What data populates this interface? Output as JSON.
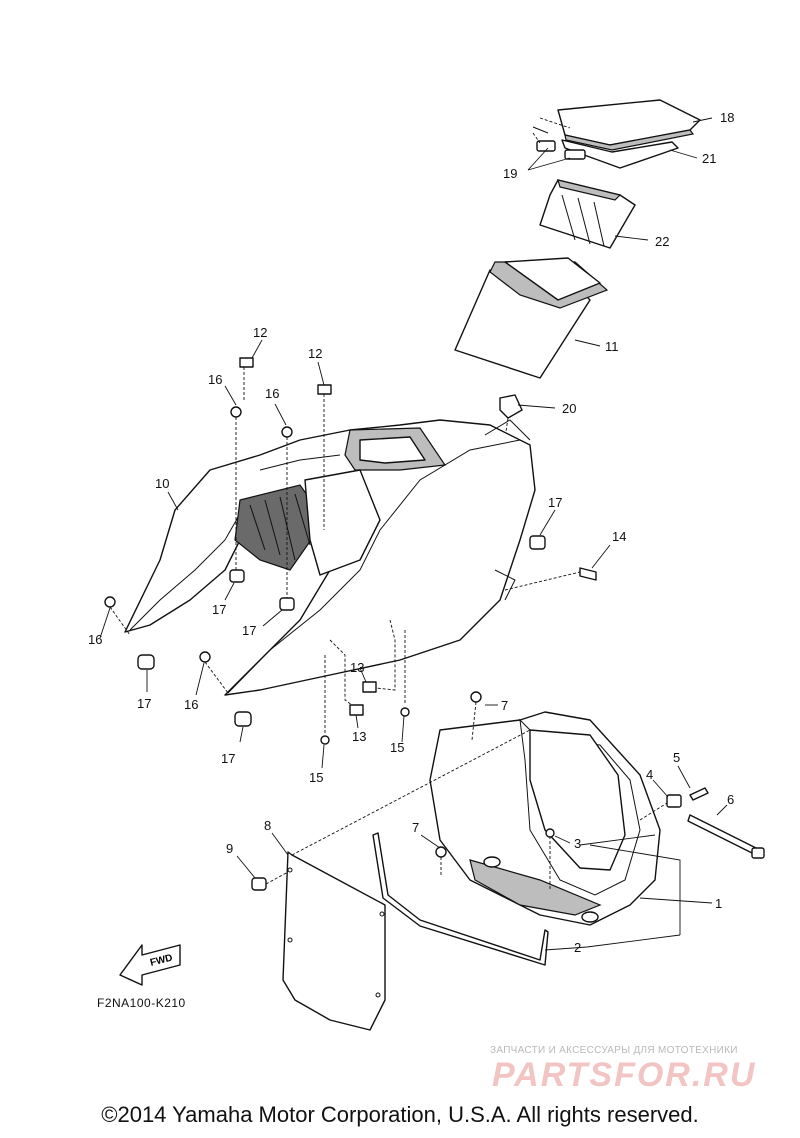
{
  "diagram": {
    "code": "F2NA100-K210",
    "fwd_label": "FWD",
    "callouts": [
      {
        "id": "c18",
        "label": "18"
      },
      {
        "id": "c21",
        "label": "21"
      },
      {
        "id": "c19",
        "label": "19"
      },
      {
        "id": "c22",
        "label": "22"
      },
      {
        "id": "c11",
        "label": "11"
      },
      {
        "id": "c20",
        "label": "20"
      },
      {
        "id": "c12a",
        "label": "12"
      },
      {
        "id": "c12b",
        "label": "12"
      },
      {
        "id": "c16a",
        "label": "16"
      },
      {
        "id": "c16b",
        "label": "16"
      },
      {
        "id": "c10",
        "label": "10"
      },
      {
        "id": "c17a",
        "label": "17"
      },
      {
        "id": "c14",
        "label": "14"
      },
      {
        "id": "c17b",
        "label": "17"
      },
      {
        "id": "c17c",
        "label": "17"
      },
      {
        "id": "c16c",
        "label": "16"
      },
      {
        "id": "c17d",
        "label": "17"
      },
      {
        "id": "c16d",
        "label": "16"
      },
      {
        "id": "c13a",
        "label": "13"
      },
      {
        "id": "c13b",
        "label": "13"
      },
      {
        "id": "c15a",
        "label": "15"
      },
      {
        "id": "c15b",
        "label": "15"
      },
      {
        "id": "c17e",
        "label": "17"
      },
      {
        "id": "c7a",
        "label": "7"
      },
      {
        "id": "c5",
        "label": "5"
      },
      {
        "id": "c4",
        "label": "4"
      },
      {
        "id": "c6",
        "label": "6"
      },
      {
        "id": "c3",
        "label": "3"
      },
      {
        "id": "c7b",
        "label": "7"
      },
      {
        "id": "c9",
        "label": "9"
      },
      {
        "id": "c8",
        "label": "8"
      },
      {
        "id": "c1",
        "label": "1"
      },
      {
        "id": "c2",
        "label": "2"
      }
    ]
  },
  "watermark": {
    "tagline": "ЗАПЧАСТИ И АКСЕССУАРЫ ДЛЯ МОТОТЕХНИКИ",
    "brand": "PARTSFOR.RU"
  },
  "footer": {
    "copyright": "©2014 Yamaha Motor Corporation, U.S.A. All rights reserved."
  }
}
